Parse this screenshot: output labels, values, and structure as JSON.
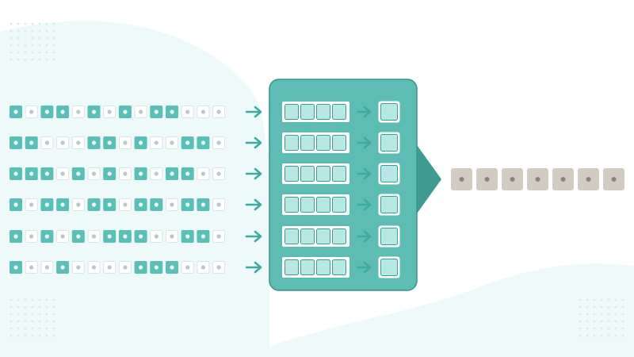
{
  "colors": {
    "background": "#ffffff",
    "wave": "#eefafa",
    "dot_pattern": "#d5ecea",
    "teal_cell": "#5bbfb7",
    "teal_dot": "#e6f7f5",
    "light_cell": "#ffffff",
    "light_cell_border": "#d7e6e4",
    "light_dot": "#b9c9c7",
    "arrow": "#3fa9a1",
    "processor_fill": "#5dbcb4",
    "processor_border": "#3a938c",
    "lane_strip": "#ffffff",
    "lane_cell": "#b8e8e3",
    "lane_cell_border": "#3f9c95",
    "output_cell": "#d2cbc1",
    "output_dot": "#8b8478",
    "pointer": "#3f9a93"
  },
  "diagram": {
    "input_streams": [
      {
        "pattern": [
          1,
          0,
          1,
          1,
          0,
          1,
          0,
          1,
          0,
          1,
          1,
          0,
          0,
          0
        ]
      },
      {
        "pattern": [
          1,
          1,
          0,
          0,
          0,
          1,
          1,
          0,
          1,
          0,
          0,
          1,
          1,
          0
        ]
      },
      {
        "pattern": [
          1,
          1,
          1,
          0,
          1,
          0,
          1,
          0,
          1,
          0,
          1,
          1,
          0,
          0
        ]
      },
      {
        "pattern": [
          1,
          0,
          1,
          1,
          0,
          1,
          1,
          0,
          1,
          1,
          0,
          1,
          1,
          0
        ]
      },
      {
        "pattern": [
          1,
          0,
          1,
          0,
          1,
          0,
          1,
          1,
          1,
          0,
          0,
          1,
          1,
          0
        ]
      },
      {
        "pattern": [
          1,
          0,
          0,
          1,
          0,
          0,
          0,
          0,
          1,
          1,
          1,
          0,
          0,
          0
        ]
      }
    ],
    "lane_cell_count": 4,
    "output_cell_count": 7
  }
}
